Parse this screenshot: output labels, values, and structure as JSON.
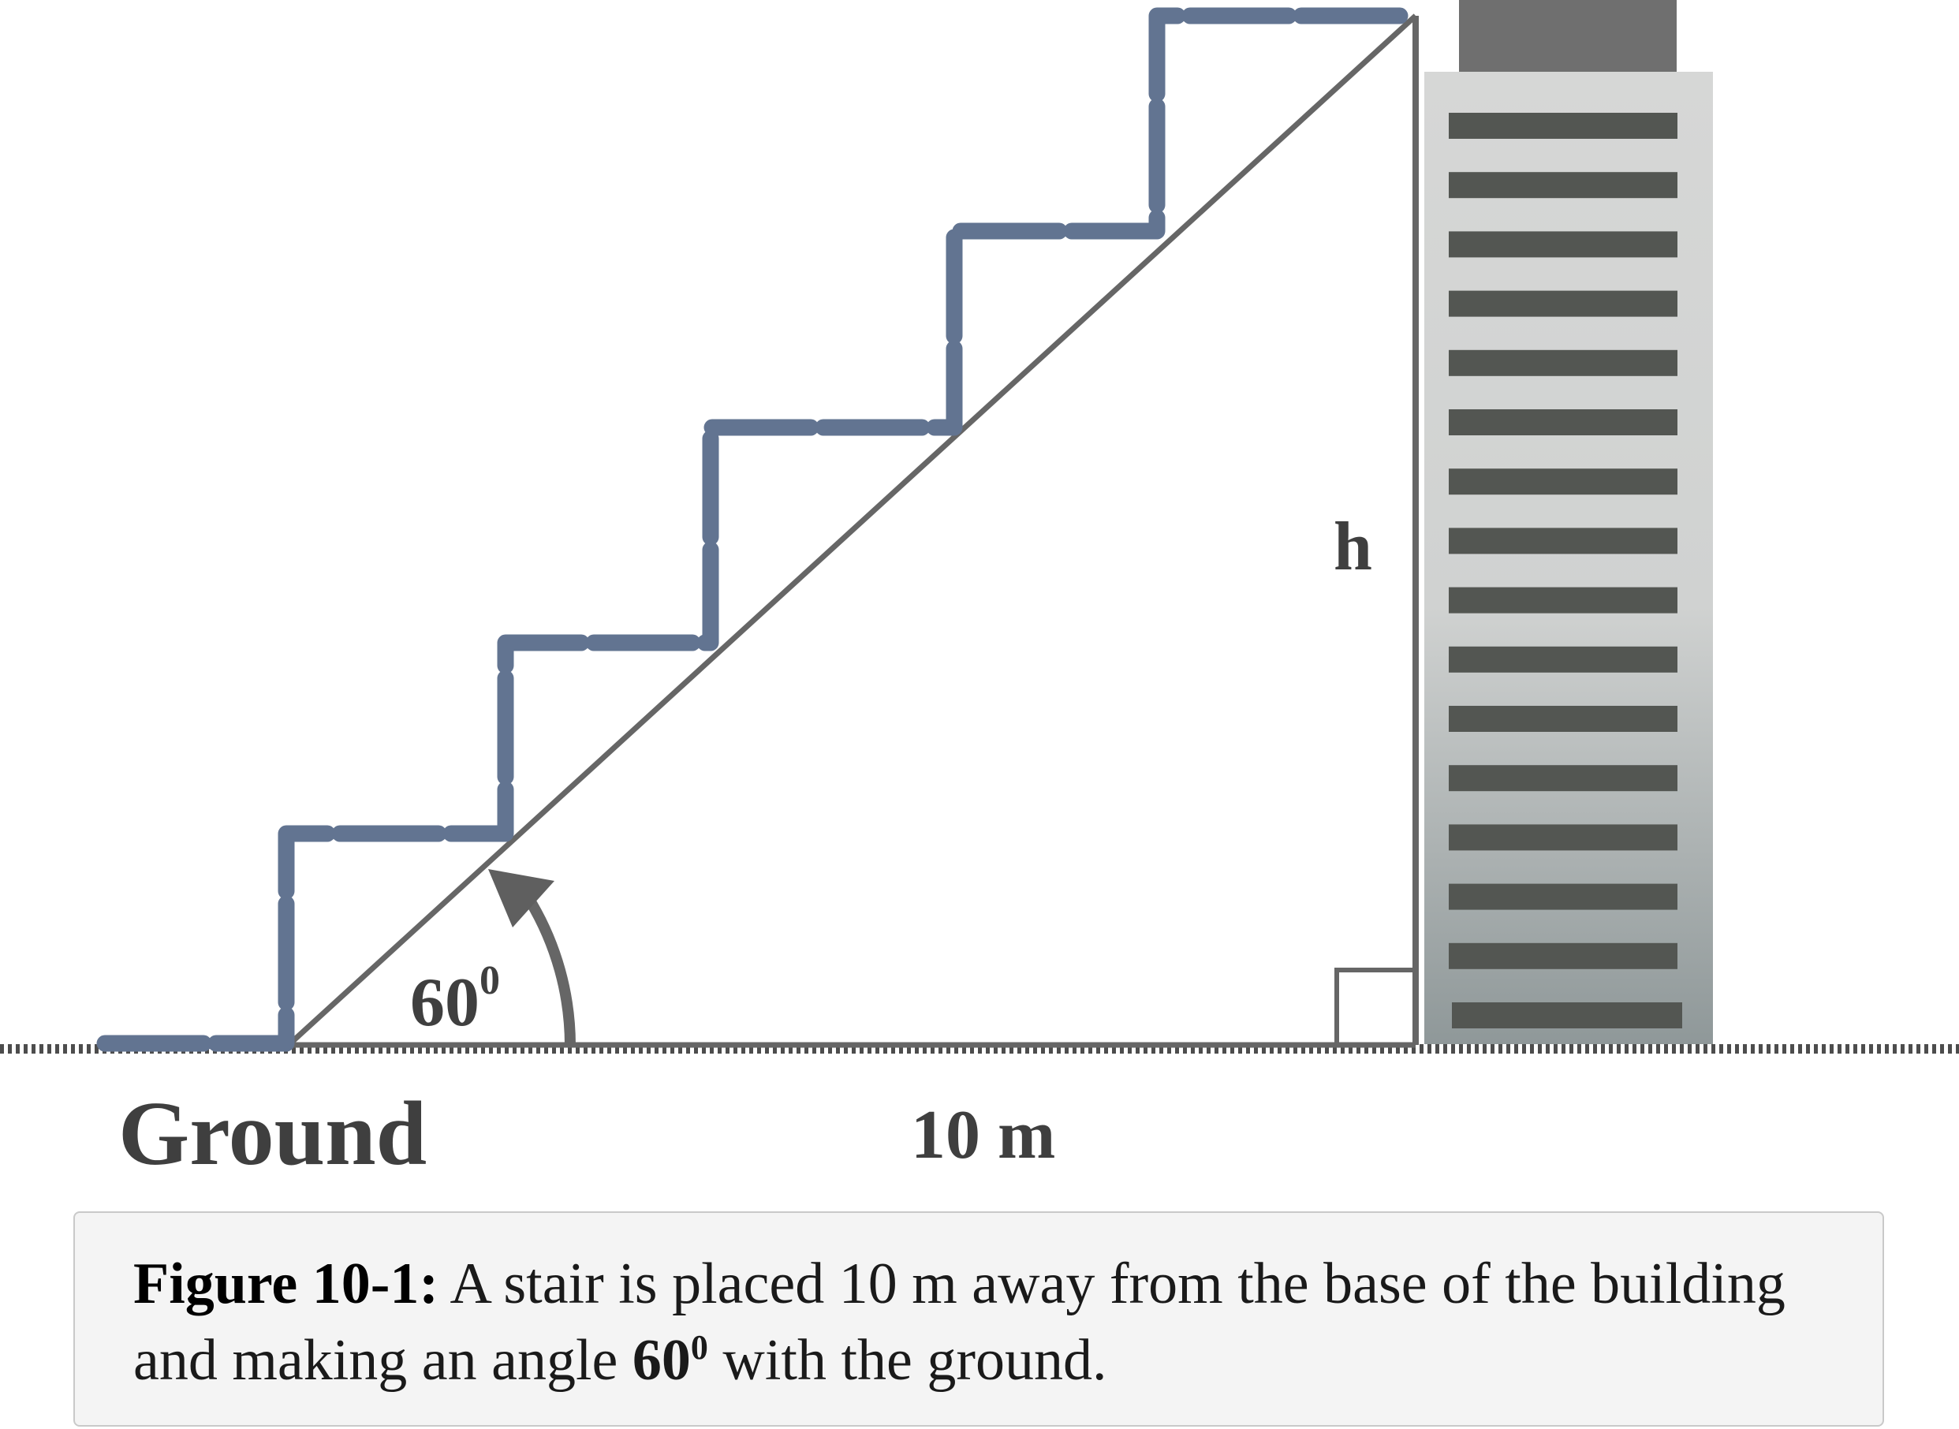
{
  "labels": {
    "height": "h",
    "angle_value": "60",
    "angle_unit": "0",
    "distance": "10 m",
    "ground": "Ground"
  },
  "caption": {
    "figure_label": "Figure 10-1:",
    "text_part1": " A stair is placed 10 m away from the base of the building and making an angle ",
    "angle_value": "60",
    "angle_unit": "0",
    "text_part2": " with the ground."
  },
  "colors": {
    "stair": "#627491",
    "lines": "#666666",
    "building_top": "#6f6f6f",
    "building_body_top": "#d6d7d6",
    "building_body_bottom": "#8f9899",
    "windows": "#535652",
    "ground": "#4d4d4d",
    "caption_background": "#f4f4f4",
    "caption_border": "#c9c9c9"
  }
}
